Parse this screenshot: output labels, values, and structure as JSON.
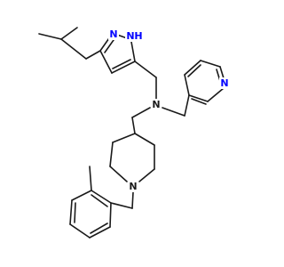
{
  "structure": {
    "colors": {
      "bond": "#1a1a1a",
      "nitrogen": "#0000ff",
      "background": "#ffffff"
    },
    "atom_labels": {
      "pyrazole_nh": "N",
      "pyrazole_h": "H",
      "pyrazole_n": "N",
      "amine_n": "N",
      "pyridine_n": "N",
      "piperidine_n": "N"
    }
  }
}
